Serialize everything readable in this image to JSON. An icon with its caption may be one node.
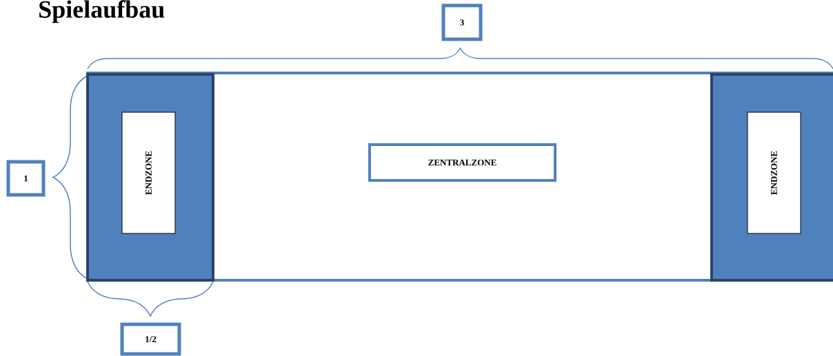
{
  "diagram": {
    "title": "Spielaufbau",
    "nodes": [
      {
        "text": [
          "3"
        ]
      },
      {
        "text": [],
        "shape": "box"
      },
      {
        "text": [],
        "shape": "box",
        "in": 1
      },
      {
        "text": [
          "ENDZONE"
        ],
        "in": 2
      },
      {
        "text": [
          "ZENTRALZONE"
        ],
        "in": 1
      },
      {
        "text": [],
        "shape": "box",
        "in": 1
      },
      {
        "text": [
          "ENDZONE"
        ],
        "in": 5
      },
      {
        "text": [
          "1"
        ]
      },
      {
        "text": [
          "1/2"
        ]
      }
    ]
  }
}
